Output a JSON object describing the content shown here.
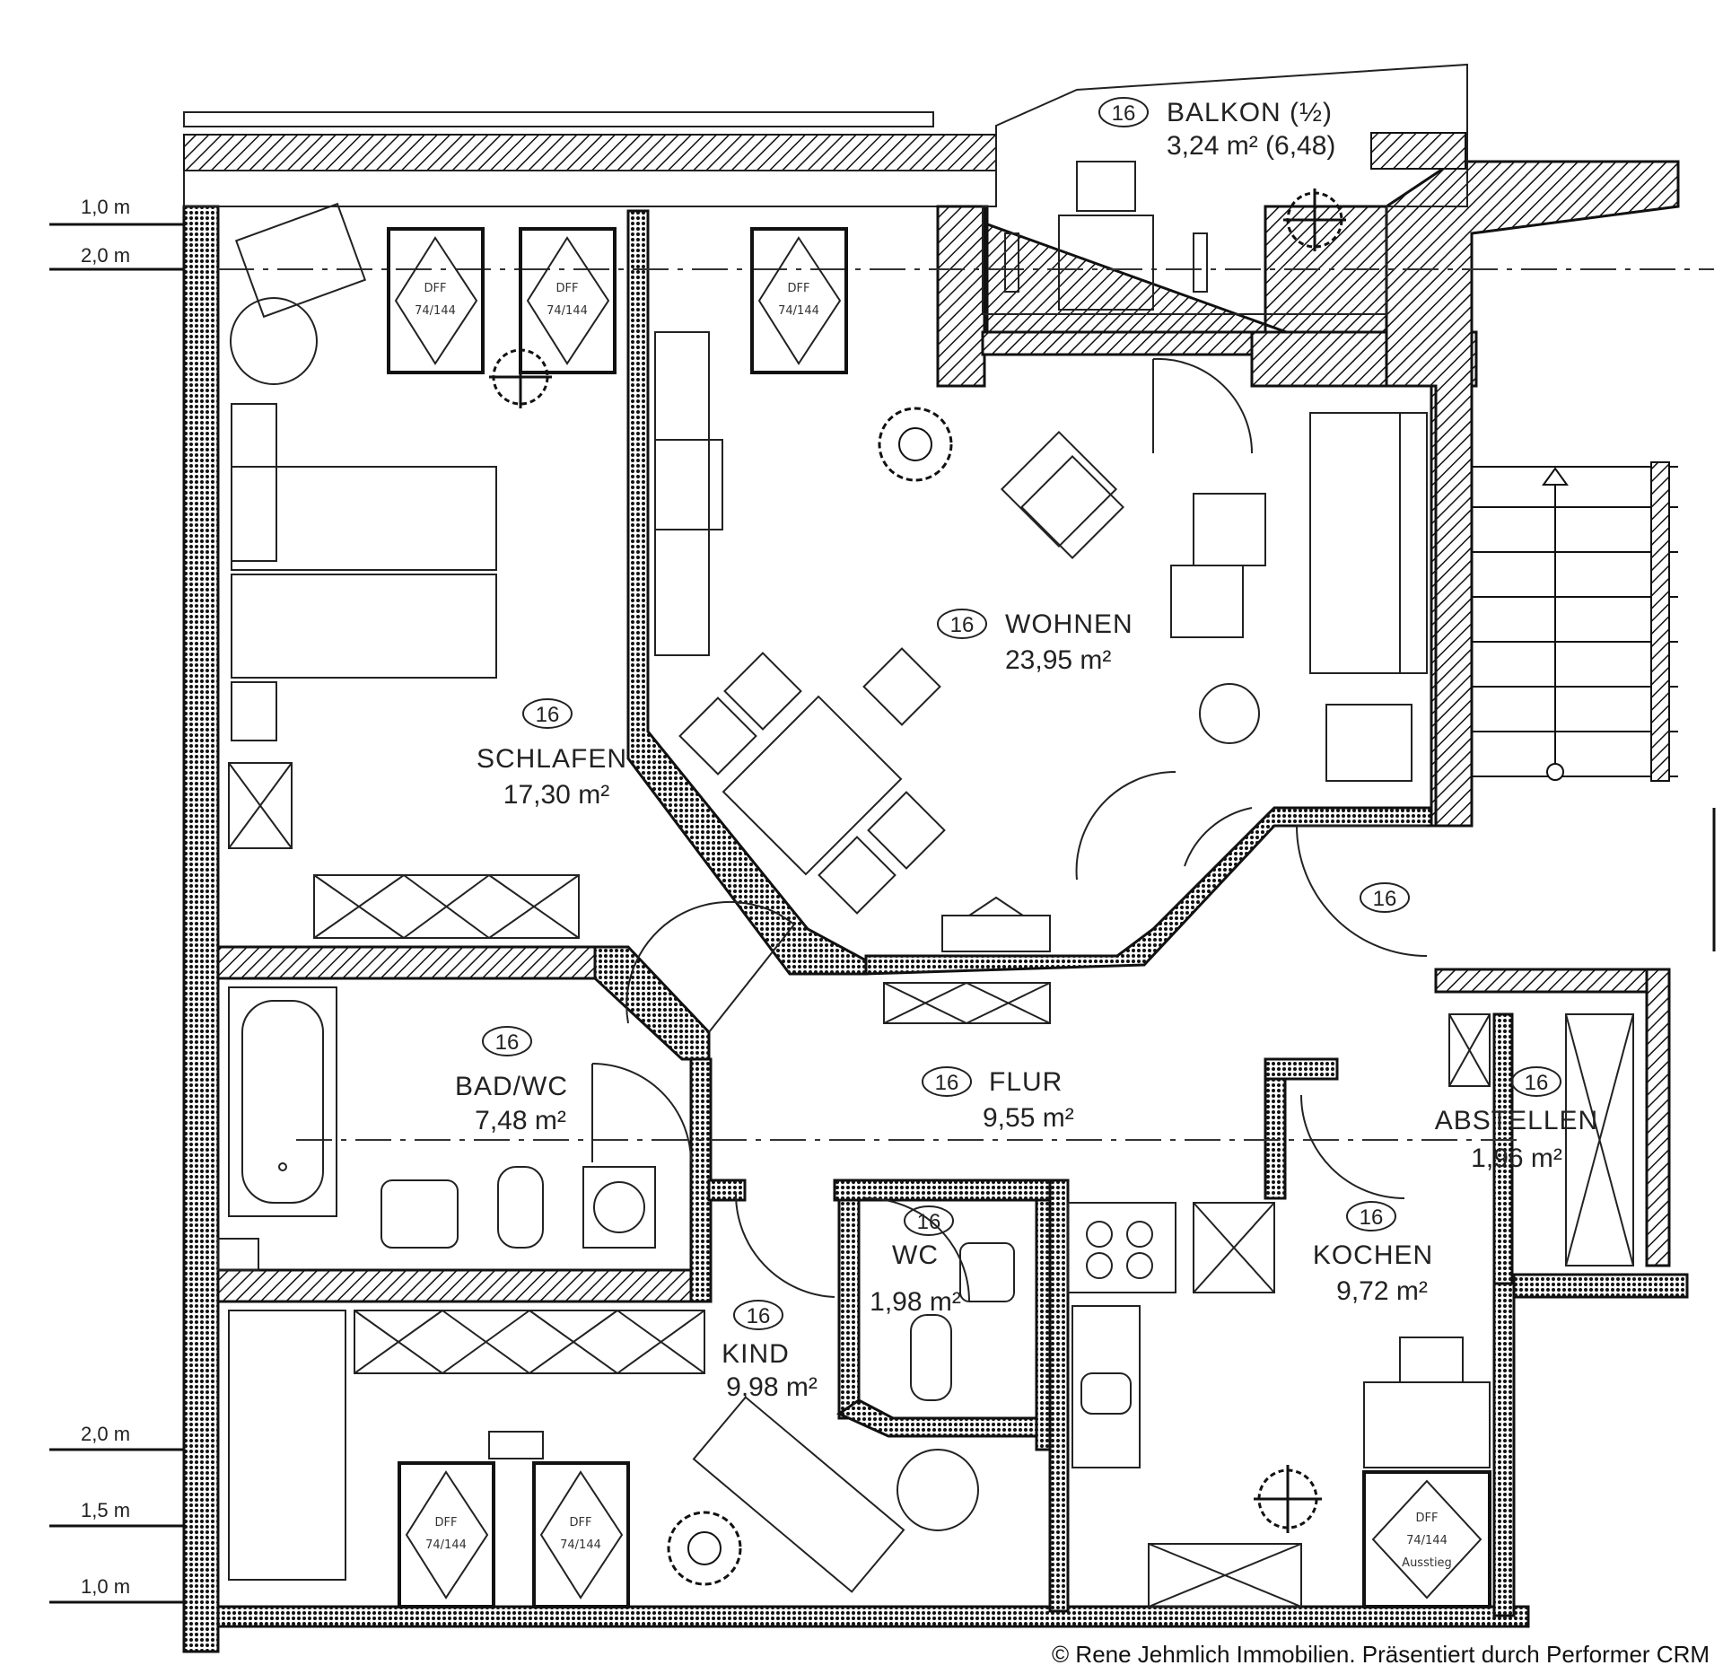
{
  "rooms": [
    {
      "key": "balkon",
      "num": "16",
      "name": "BALKON (½)",
      "area": "3,24 m² (6,48)"
    },
    {
      "key": "schlafen",
      "num": "16",
      "name": "SCHLAFEN",
      "area": "17,30 m²"
    },
    {
      "key": "wohnen",
      "num": "16",
      "name": "WOHNEN",
      "area": "23,95 m²"
    },
    {
      "key": "bad",
      "num": "16",
      "name": "BAD/WC",
      "area": "7,48 m²"
    },
    {
      "key": "flur",
      "num": "16",
      "name": "FLUR",
      "area": "9,55 m²"
    },
    {
      "key": "abstellen",
      "num": "16",
      "name": "ABSTELLEN",
      "area": "1,96 m²"
    },
    {
      "key": "wc",
      "num": "16",
      "name": "WC",
      "area": "1,98 m²"
    },
    {
      "key": "kind",
      "num": "16",
      "name": "KIND",
      "area": "9,98 m²"
    },
    {
      "key": "kochen",
      "num": "16",
      "name": "KOCHEN",
      "area": "9,72 m²"
    },
    {
      "key": "flur_door",
      "num": "16"
    }
  ],
  "height_marks": {
    "top": [
      "1,0 m",
      "2,0 m"
    ],
    "bottom": [
      "2,0 m",
      "1,5 m",
      "1,0 m"
    ]
  },
  "windows": {
    "label_line1": "DFF",
    "label_line2": "74/144",
    "exit_label": "Ausstieg"
  },
  "copyright": "© Rene Jehmlich Immobilien. Präsentiert durch Performer CRM"
}
